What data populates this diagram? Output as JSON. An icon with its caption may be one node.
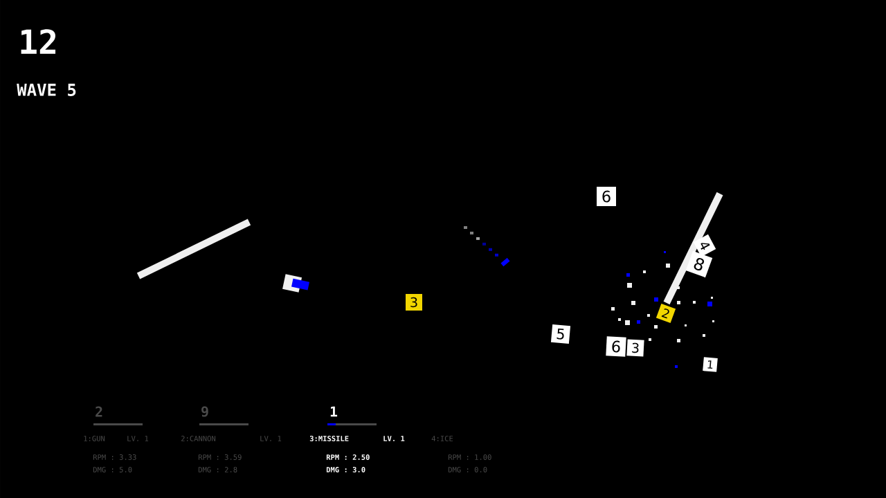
{
  "diagram": {
    "nodes": [
      {
        "text": [
          "6"
        ]
      },
      {
        "text": [
          "4"
        ]
      },
      {
        "text": [
          "8"
        ]
      },
      {
        "text": [
          "3"
        ]
      },
      {
        "text": [
          "2"
        ]
      },
      {
        "text": [
          "5"
        ]
      },
      {
        "text": [
          "6"
        ]
      },
      {
        "text": [
          "3"
        ]
      },
      {
        "text": [
          "1"
        ]
      }
    ],
    "labels": [
      "12",
      "WAVE 5",
      "2",
      "9",
      "1",
      "1:GUN",
      "LV. 1",
      "2:CANNON",
      "LV. 1",
      "3:MISSILE",
      "LV. 1",
      "4:ICE",
      "RPM : 3.33",
      "RPM : 3.59",
      "RPM : 2.50",
      "RPM : 1.00",
      "DMG : 5.0",
      "DMG : 2.8",
      "DMG : 3.0",
      "DMG : 0.0"
    ]
  }
}
